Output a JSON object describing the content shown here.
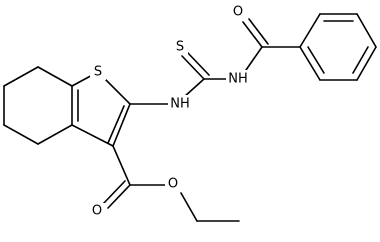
{
  "structure": {
    "atoms": {
      "S_thiophene": "S",
      "NH_amine": "NH",
      "S_thioxo": "S",
      "NH_amide": "NH",
      "O_carbonyl_amide": "O",
      "O_ester_carbonyl": "O",
      "O_ester_alkoxy": "O"
    }
  }
}
